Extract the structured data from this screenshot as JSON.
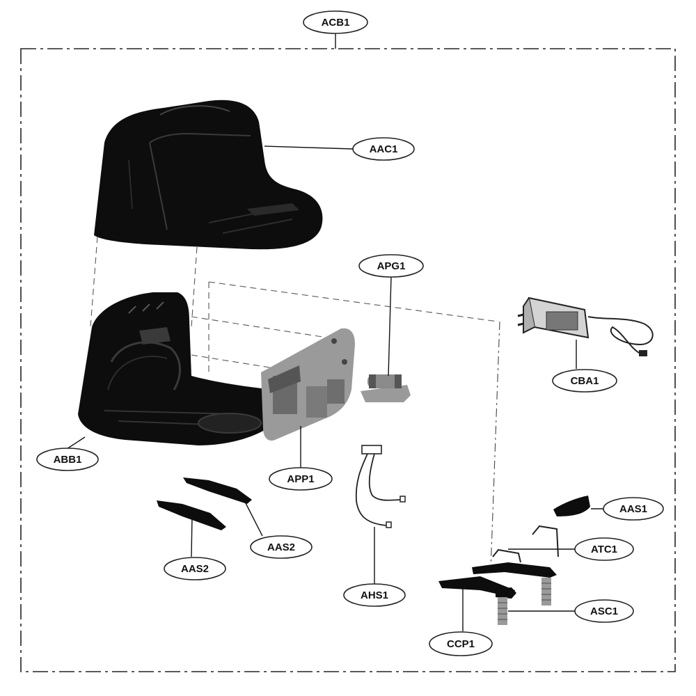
{
  "diagram": {
    "labels": {
      "acb1": "ACB1",
      "aac1": "AAC1",
      "apg1": "APG1",
      "cba1": "CBA1",
      "abb1": "ABB1",
      "app1": "APP1",
      "aas1": "AAS1",
      "aas2_right": "AAS2",
      "aas2_left": "AAS2",
      "atc1": "ATC1",
      "ahs1": "AHS1",
      "asc1": "ASC1",
      "ccp1": "CCP1"
    }
  }
}
